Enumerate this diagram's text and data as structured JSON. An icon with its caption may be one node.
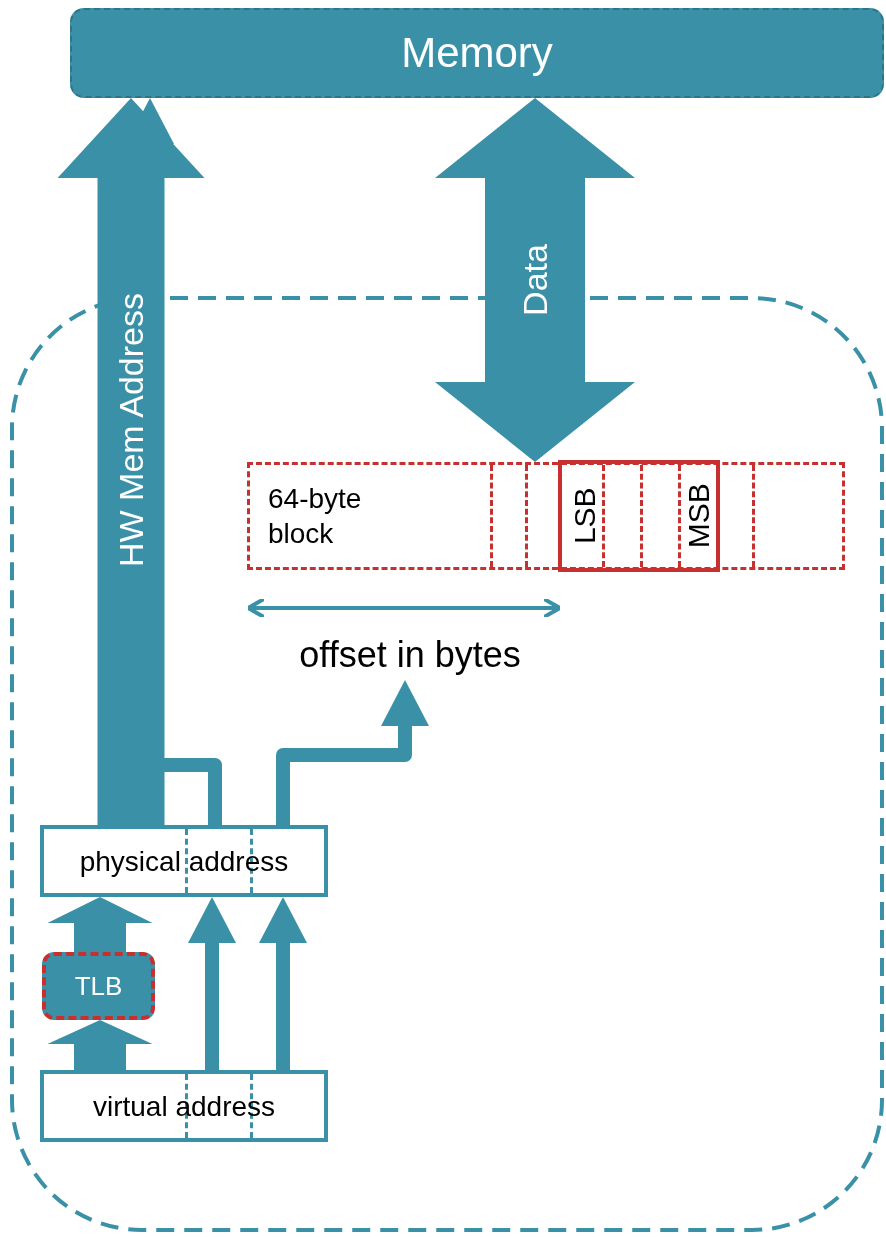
{
  "diagram": {
    "nodes": [
      {
        "text": [
          "Memory"
        ]
      },
      {
        "text": [
          "64-byte block"
        ]
      },
      {
        "text": [
          "LSB"
        ],
        "in": 1
      },
      {
        "text": [
          "MSB"
        ],
        "in": 1
      },
      {
        "text": [
          "physical address"
        ]
      },
      {
        "text": [
          "TLB"
        ]
      },
      {
        "text": [
          "virtual address"
        ]
      },
      {
        "text": [
          "offset in bytes"
        ]
      }
    ],
    "edges": [
      {
        "from": 4,
        "to": 0,
        "arrow": "to",
        "label": "HW Mem Address",
        "style": "thick"
      },
      {
        "from": 0,
        "to": 1,
        "arrow": "both",
        "label": "Data",
        "style": "thick"
      },
      {
        "from": 4,
        "to": 7,
        "arrow": "to"
      },
      {
        "from": 6,
        "to": 5,
        "arrow": "to",
        "style": "thick"
      },
      {
        "from": 5,
        "to": 4,
        "arrow": "to",
        "style": "thick"
      },
      {
        "from": 6,
        "to": 4,
        "arrow": "to"
      },
      {
        "from": 6,
        "to": 4,
        "arrow": "to"
      },
      {
        "from": 4,
        "to": 0,
        "arrow": "to"
      }
    ]
  }
}
